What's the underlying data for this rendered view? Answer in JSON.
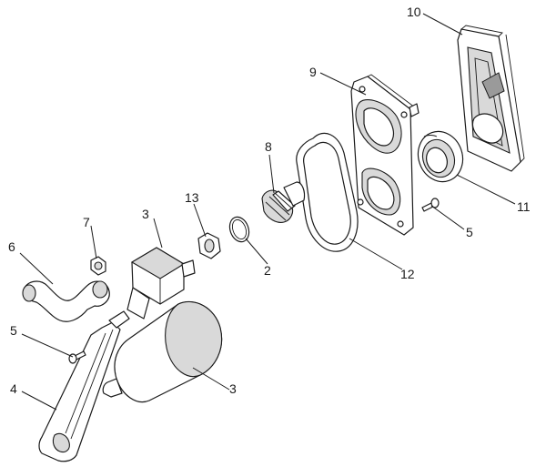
{
  "callouts": {
    "c2": "2",
    "c3a": "3",
    "c3b": "3",
    "c4": "4",
    "c5a": "5",
    "c5b": "5",
    "c6": "6",
    "c7": "7",
    "c8": "8",
    "c9": "9",
    "c10": "10",
    "c11": "11",
    "c12": "12",
    "c13": "13"
  }
}
